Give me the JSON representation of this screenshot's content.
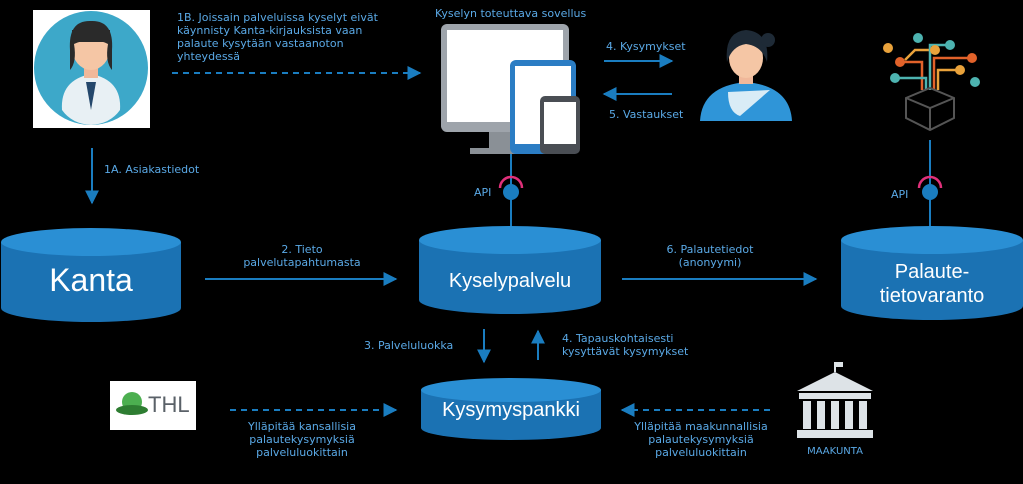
{
  "labels": {
    "note_1b": [
      "1B. Joissain palveluissa kyselyt eivät",
      "käynnisty Kanta-kirjauksista vaan",
      "palaute kysytään vastaanoton",
      "yhteydessä"
    ],
    "app_title": "Kyselyn toteuttava sovellus",
    "step_4_questions": "4. Kysymykset",
    "step_5_answers": "5. Vastaukset",
    "step_1a": "1A. Asiakastiedot",
    "api_left": "API",
    "api_right": "API",
    "step_2": [
      "2. Tieto",
      "palvelutapahtumasta"
    ],
    "step_6": [
      "6. Palautetiedot",
      "(anonyymi)"
    ],
    "step_3": "3. Palveluluokka",
    "step_4_case": [
      "4. Tapauskohtaisesti",
      "kysyttävät kysymykset"
    ],
    "thl_caption": [
      "Ylläpitää kansallisia",
      "palautekysymyksiä",
      "palveluluokittain"
    ],
    "region_caption": [
      "Ylläpitää maakunnallisia",
      "palautekysymyksiä",
      "palveluluokittain"
    ],
    "region_name": "MAAKUNTA"
  },
  "databases": {
    "kanta": "Kanta",
    "kyselypalvelu": "Kyselypalvelu",
    "palaute": [
      "Palaute-",
      "tietovaranto"
    ],
    "kysymyspankki": "Kysymyspankki"
  },
  "logo": {
    "thl": "THL"
  },
  "colors": {
    "background": "#000000",
    "accent": "#1a7dc0",
    "db_fill": "#1b72b3",
    "db_top": "#2a8fd4",
    "label": "#5aa9e6",
    "api_ring": "#e0307a"
  },
  "icons": [
    "doctor-avatar-icon",
    "devices-icon",
    "patient-icon",
    "data-tree-icon",
    "thl-logo-icon",
    "government-building-icon"
  ]
}
